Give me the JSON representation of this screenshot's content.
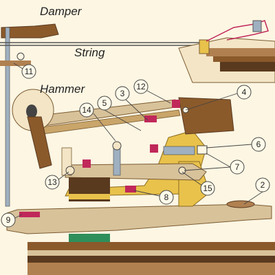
{
  "labels": {
    "damper": "Damper",
    "string": "String",
    "hammer": "Hammer"
  },
  "callouts": [
    "2",
    "3",
    "4",
    "5",
    "6",
    "7",
    "8",
    "9",
    "11",
    "12",
    "13",
    "14",
    "15"
  ],
  "colors": {
    "background": "#fdf6e3",
    "wood_dark": "#8b5a2b",
    "wood_light": "#d8c29a",
    "felt_yellow": "#e8c24b",
    "felt_red": "#c0285a",
    "felt_green": "#2f8f5b",
    "felt_brown": "#5a3a1f",
    "string_line": "#555555",
    "metal": "#9fb0c0",
    "cream": "#f3e5c6"
  }
}
